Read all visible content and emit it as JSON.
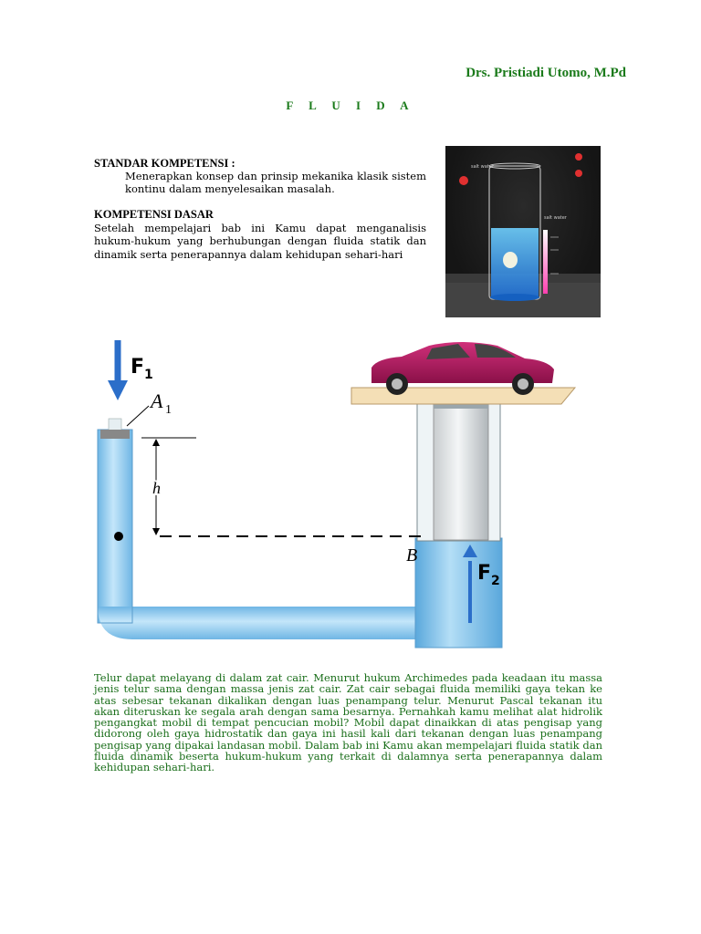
{
  "header": {
    "author": "Drs. Pristiadi Utomo, M.Pd",
    "title": "F L U I D A"
  },
  "standar_kompetensi": {
    "heading": "STANDAR KOMPETENSI :",
    "text": "Menerapkan konsep dan prinsip mekanika klasik sistem kontinu  dalam menyelesaikan masalah."
  },
  "kompetensi_dasar": {
    "heading": "KOMPETENSI DASAR",
    "text": "Setelah mempelajari bab ini Kamu dapat menganalisis hukum-hukum yang berhubungan dengan fluida statik dan dinamik serta penerapannya dalam kehidupan sehari-hari"
  },
  "photo": {
    "label_top": "salt water",
    "label_scale": "salt water"
  },
  "diagram": {
    "label_F1": "F",
    "sub_F1": "1",
    "label_A1": "A",
    "sub_A1": "1",
    "label_h": "h",
    "label_B": "B",
    "label_F2": "F",
    "sub_F2": "2",
    "colors": {
      "fluid": "#8ec9ec",
      "fluid_dark": "#4f9fd4",
      "arrow": "#2b6ec9",
      "car": "#b0185a",
      "plate": "#f4dfb6"
    }
  },
  "body_text": "Telur dapat melayang di dalam zat cair. Menurut hukum Archimedes pada keadaan itu massa jenis telur sama dengan massa jenis zat cair. Zat cair sebagai fluida memiliki gaya tekan ke atas sebesar tekanan dikalikan dengan luas penampang telur. Menurut Pascal tekanan itu akan diteruskan ke segala arah dengan sama besarnya. Pernahkah kamu melihat alat hidrolik pengangkat mobil di tempat pencucian mobil? Mobil dapat dinaikkan di atas pengisap yang didorong oleh gaya hidrostatik dan gaya ini hasil kali dari tekanan dengan luas penampang pengisap yang dipakai landasan mobil. Dalam bab ini Kamu akan mempelajari fluida statik dan fluida dinamik beserta hukum-hukum yang terkait di dalamnya serta penerapannya dalam kehidupan sehari-hari."
}
